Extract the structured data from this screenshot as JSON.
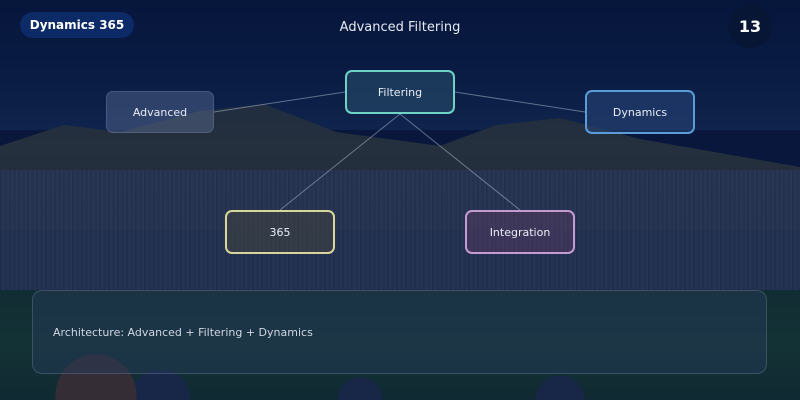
{
  "header": {
    "badge": "Dynamics 365",
    "title": "Advanced Filtering",
    "page_number": "13"
  },
  "nodes": {
    "advanced": "Advanced",
    "filtering": "Filtering",
    "dynamics": "Dynamics",
    "n365": "365",
    "integration": "Integration"
  },
  "caption": "Architecture: Advanced + Filtering + Dynamics",
  "colors": {
    "filtering_border": "#6fd2c6",
    "dynamics_border": "#5a9bd8",
    "n365_border": "#d8d49a",
    "integration_border": "#c49ad0"
  }
}
